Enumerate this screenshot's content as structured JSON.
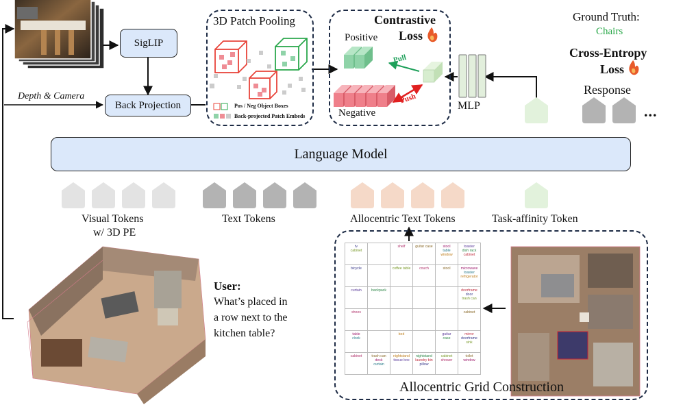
{
  "modules": {
    "siglip": "SigLIP",
    "back_projection": "Back Projection",
    "depth_camera": "Depth & Camera",
    "patch_pooling_title": "3D Patch Pooling",
    "pos_neg_boxes": "Pos / Neg Object Boxes",
    "patch_embeds": "Back-projected Patch Embeds",
    "contrastive_title_1": "Contrastive",
    "contrastive_title_2": "Loss",
    "positive": "Positive",
    "negative": "Negative",
    "pull": "Pull",
    "push": "Push",
    "mlp": "MLP",
    "language_model": "Language Model"
  },
  "right_panel": {
    "ground_truth_label": "Ground Truth:",
    "ground_truth_value": "Chairs",
    "ce_1": "Cross-Entropy",
    "ce_2": "Loss",
    "response": "Response",
    "ellipsis": "..."
  },
  "tokens": {
    "visual_1": "Visual Tokens",
    "visual_2": "w/ 3D PE",
    "text": "Text Tokens",
    "allocentric": "Allocentric Text Tokens",
    "task": "Task-affinity Token"
  },
  "user": {
    "label": "User:",
    "q1": "What’s placed in",
    "q2": "a row next to the",
    "q3": "kitchen table?"
  },
  "grid_title": "Allocentric Grid Construction",
  "colors": {
    "blue_box": "#dbe8fa",
    "positive_green": "#8fd3a8",
    "negative_red": "#ef7f8a",
    "pull_green": "#1ea05a",
    "push_red": "#e02020",
    "gt_green": "#2aa84a",
    "visual_token": "#e3e3e3",
    "text_token": "#b3b3b3",
    "allo_token": "#f5d9c8",
    "task_token": "#e2f2dc"
  },
  "grid": [
    [
      [
        "tv",
        "cabinet"
      ],
      [],
      [
        "shelf"
      ],
      [
        "guitar case"
      ],
      [
        "stool",
        "table",
        "window"
      ],
      [
        "toaster",
        "dish rack",
        "cabinet"
      ]
    ],
    [
      [
        "bicycle"
      ],
      [],
      [
        "coffee table"
      ],
      [
        "couch"
      ],
      [
        "stool"
      ],
      [
        "microwave",
        "toaster",
        "refrigerator"
      ]
    ],
    [
      [
        "curtain"
      ],
      [
        "backpack"
      ],
      [],
      [],
      [],
      [
        "doorframe",
        "door",
        "trash can"
      ]
    ],
    [
      [
        "shoes"
      ],
      [],
      [],
      [],
      [],
      [
        "cabinet"
      ]
    ],
    [
      [
        "table",
        "clock"
      ],
      [],
      [
        "bed"
      ],
      [],
      [
        "guitar",
        "case"
      ],
      [
        "mirror",
        "doorframe",
        "sink"
      ]
    ],
    [
      [
        "cabinet"
      ],
      [
        "trash can",
        "desk",
        "curtain"
      ],
      [
        "nightstand",
        "tissue box"
      ],
      [
        "nightstand",
        "laundry bin",
        "pillow"
      ],
      [
        "cabinet",
        "shower"
      ],
      [
        "toilet",
        "window"
      ]
    ]
  ]
}
